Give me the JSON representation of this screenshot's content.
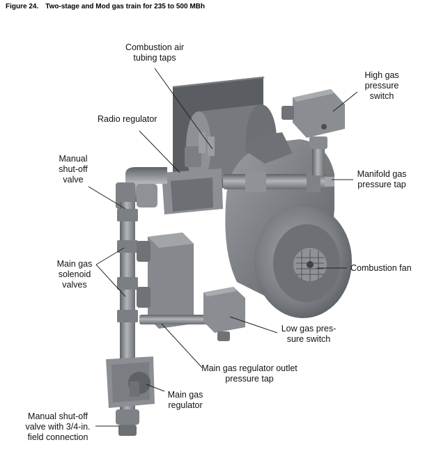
{
  "figure": {
    "number": "Figure 24.",
    "title": "Two-stage and Mod gas train for 235 to 500 MBh"
  },
  "callouts": {
    "combustion_air_taps": [
      "Combustion air",
      "tubing taps"
    ],
    "high_gas_switch": [
      "High gas",
      "pressure",
      "switch"
    ],
    "radio_regulator": [
      "Radio regulator"
    ],
    "manual_shutoff_valve": [
      "Manual",
      "shut-off",
      "valve"
    ],
    "manifold_gas_tap": [
      "Manifold gas",
      "pressure tap"
    ],
    "main_gas_solenoid": [
      "Main gas",
      "solenoid",
      "valves"
    ],
    "combustion_fan": [
      "Combustion fan"
    ],
    "low_gas_switch": [
      "Low gas pres-",
      "sure switch"
    ],
    "main_reg_outlet_tap": [
      "Main gas regulator outlet",
      "pressure tap"
    ],
    "main_gas_regulator": [
      "Main gas",
      "regulator"
    ],
    "manual_shutoff_field": [
      "Manual shut-off",
      "valve with 3/4-in.",
      "field connection"
    ]
  },
  "colors": {
    "metal_dark": "#6b6e72",
    "metal_mid": "#8c8f93",
    "metal_light": "#b5b8bb",
    "plate": "#55585c"
  }
}
